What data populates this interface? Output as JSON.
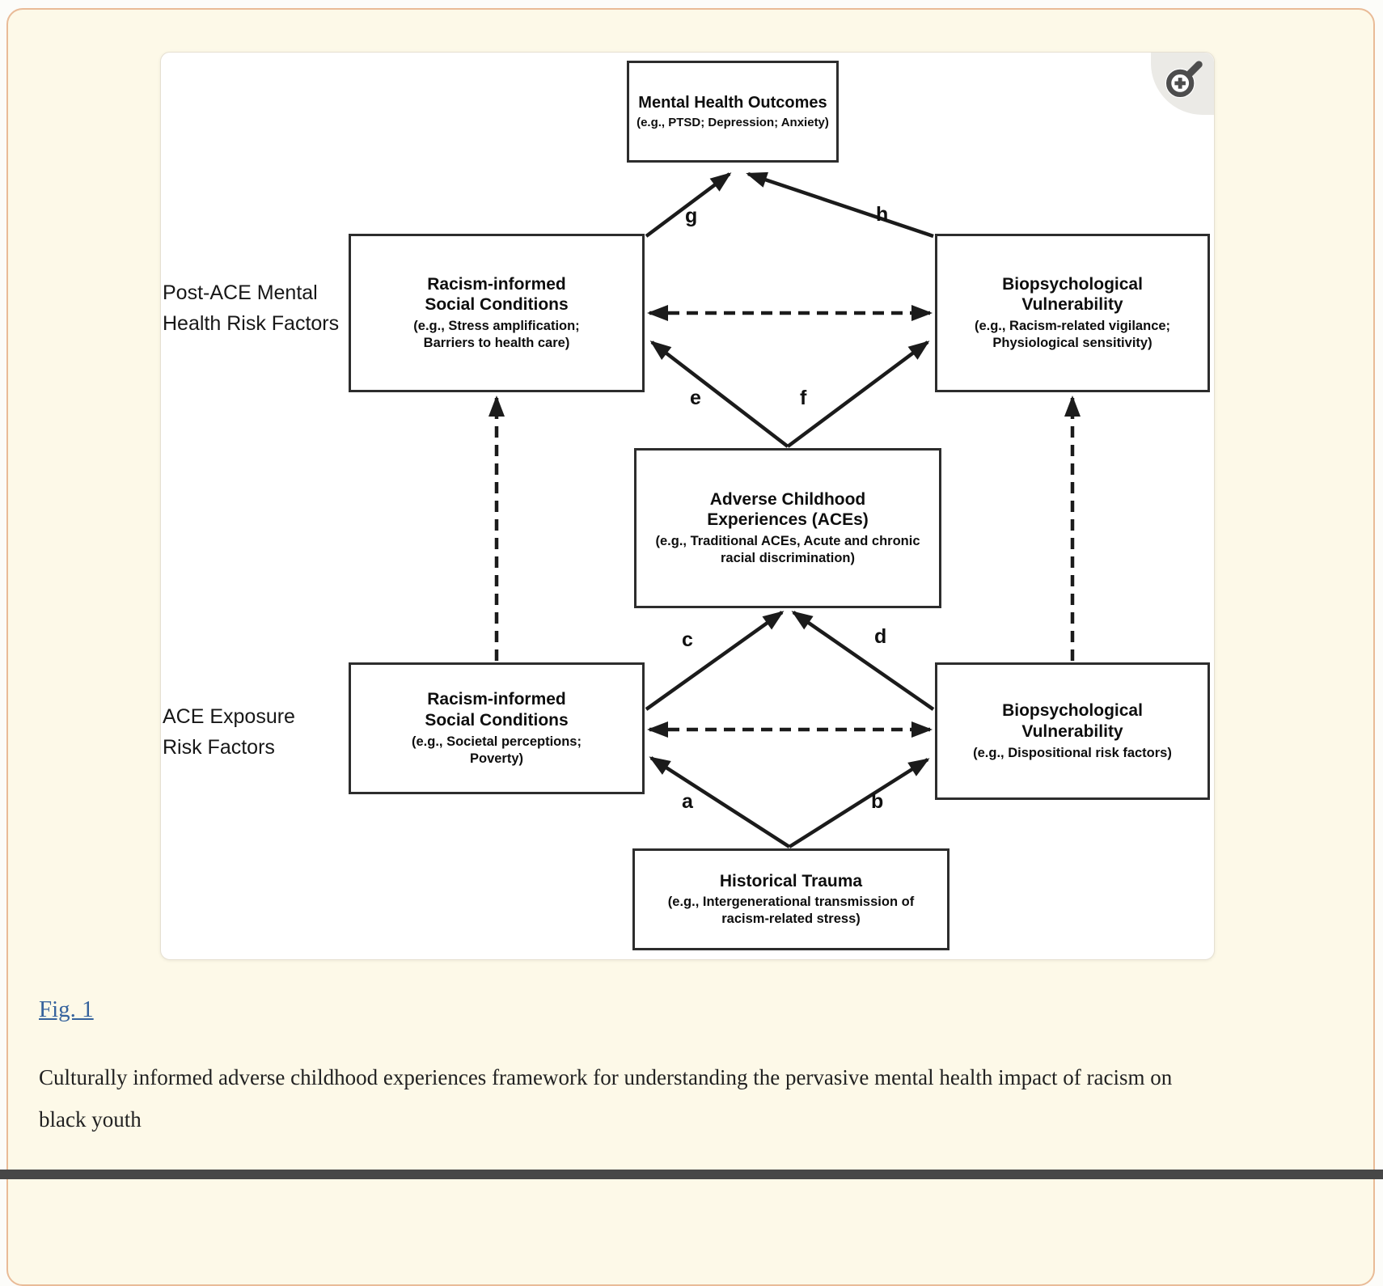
{
  "colors": {
    "page_background": "#fdf9e8",
    "card_border": "#e9bb97",
    "link_blue": "#36639d",
    "diagram_line": "#1b1b1b",
    "bottom_bar": "#474747"
  },
  "figure": {
    "zoom_icon": "magnifier-plus-icon",
    "side_labels": {
      "post_ace": "Post-ACE Mental Health Risk Factors",
      "ace_exposure": "ACE Exposure Risk Factors"
    },
    "boxes": {
      "mental_health": {
        "title": "Mental Health Outcomes",
        "subtitle": "(e.g., PTSD; Depression; Anxiety)"
      },
      "social_post": {
        "title": "Racism-informed Social Conditions",
        "subtitle": "(e.g., Stress amplification; Barriers to health care)"
      },
      "bio_post": {
        "title": "Biopsychological Vulnerability",
        "subtitle": "(e.g., Racism-related vigilance; Physiological sensitivity)"
      },
      "aces": {
        "title": "Adverse Childhood Experiences (ACEs)",
        "subtitle": "(e.g., Traditional ACEs, Acute and chronic racial discrimination)"
      },
      "social_pre": {
        "title": "Racism-informed Social Conditions",
        "subtitle": "(e.g., Societal perceptions; Poverty)"
      },
      "bio_pre": {
        "title": "Biopsychological Vulnerability",
        "subtitle": "(e.g., Dispositional risk factors)"
      },
      "historical": {
        "title": "Historical Trauma",
        "subtitle": "(e.g., Intergenerational transmission of racism-related stress)"
      }
    },
    "arrow_labels": {
      "a": "a",
      "b": "b",
      "c": "c",
      "d": "d",
      "e": "e",
      "f": "f",
      "g": "g",
      "h": "h"
    }
  },
  "caption": {
    "fig_link": "Fig. 1",
    "text": "Culturally informed adverse childhood experiences framework for understanding the pervasive mental health impact of racism on black youth"
  }
}
